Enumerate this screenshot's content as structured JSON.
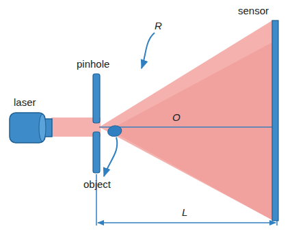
{
  "diagram": {
    "labels": [
      "sensor",
      "pinhole",
      "R",
      "laser",
      "O",
      "object",
      "L"
    ]
  }
}
